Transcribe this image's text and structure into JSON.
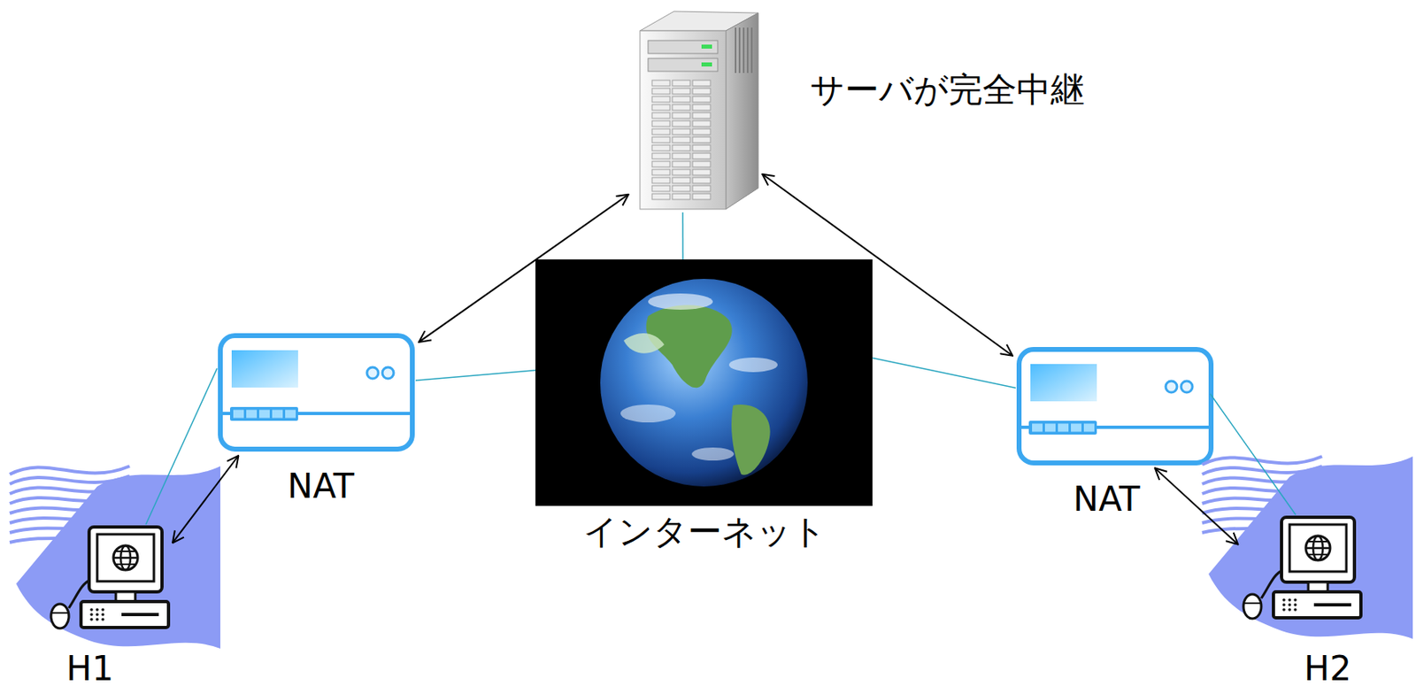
{
  "diagram": {
    "nodes": [
      {
        "text": [
          "サーバが完全中継"
        ]
      },
      {
        "text": [
          "NAT"
        ]
      },
      {
        "text": [
          "インターネット"
        ]
      },
      {
        "text": [
          "NAT"
        ]
      },
      {
        "text": [
          "H1"
        ]
      },
      {
        "text": [
          "H2"
        ]
      }
    ],
    "edges": [
      {
        "from": 4,
        "to": 1,
        "arrow": "both"
      },
      {
        "from": 1,
        "to": 0,
        "arrow": "both"
      },
      {
        "from": 0,
        "to": 3,
        "arrow": "both"
      },
      {
        "from": 3,
        "to": 5,
        "arrow": "both"
      },
      {
        "from": 4,
        "to": 1,
        "arrow": "none"
      },
      {
        "from": 1,
        "to": 2,
        "arrow": "none"
      },
      {
        "from": 0,
        "to": 2,
        "arrow": "none"
      },
      {
        "from": 2,
        "to": 3,
        "arrow": "none"
      },
      {
        "from": 3,
        "to": 5,
        "arrow": "none"
      }
    ]
  }
}
